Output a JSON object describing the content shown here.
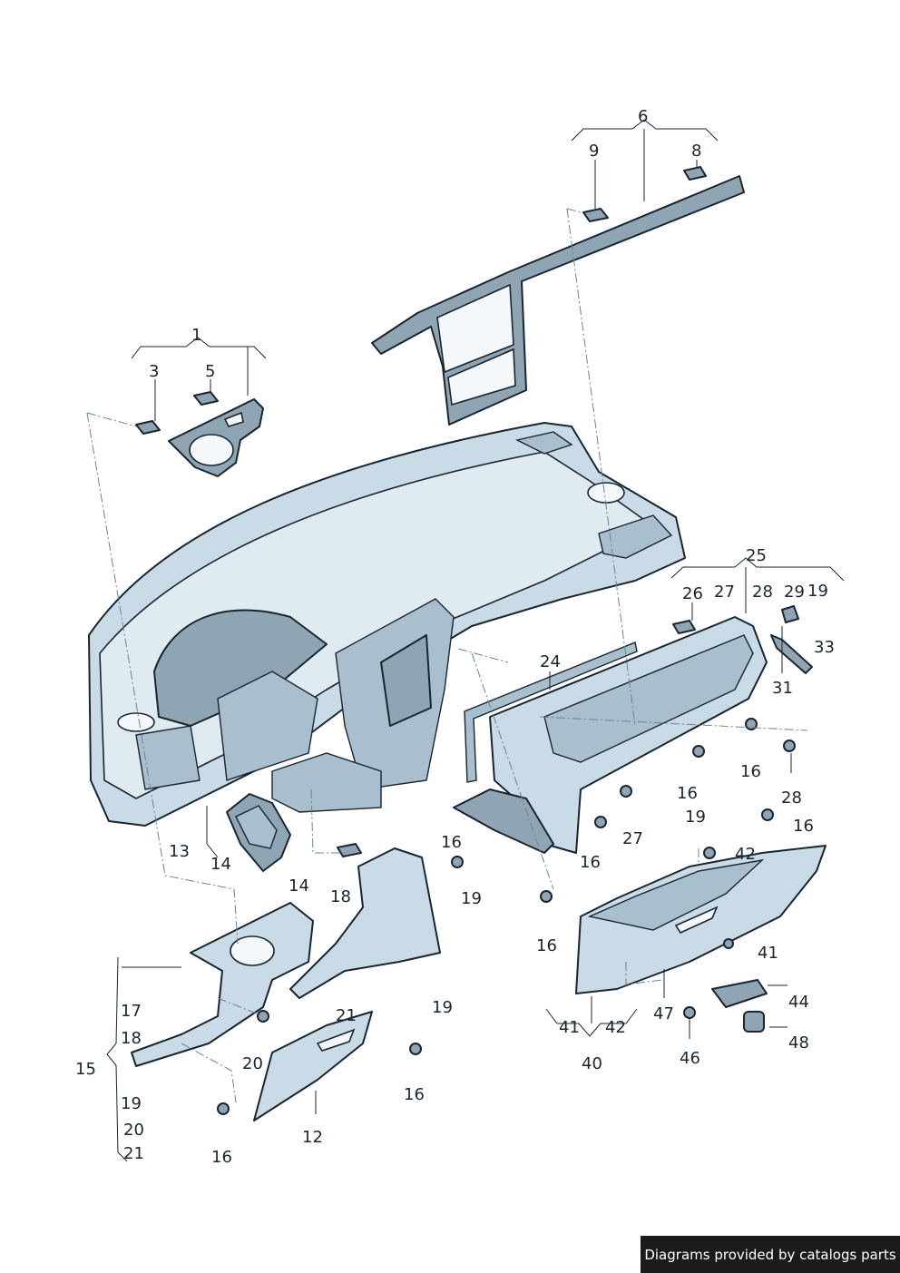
{
  "credit": "Diagrams provided by catalogs parts",
  "labels": {
    "l1": "1",
    "l3": "3",
    "l5": "5",
    "l6": "6",
    "l8": "8",
    "l9": "9",
    "l12": "12",
    "l13": "13",
    "l14a": "14",
    "l14b": "14",
    "l15": "15",
    "l16": "16",
    "l17": "17",
    "l18": "18",
    "l19": "19",
    "l20": "20",
    "l21": "21",
    "l24": "24",
    "l25": "25",
    "l26": "26",
    "l27": "27",
    "l28": "28",
    "l29": "29",
    "l31": "31",
    "l33": "33",
    "l40": "40",
    "l41": "41",
    "l42": "42",
    "l44": "44",
    "l46": "46",
    "l47": "47",
    "l48": "48"
  },
  "colors": {
    "part_fill": "#c9dbe6",
    "outline": "#1a2530",
    "credit_bg": "#1b1b1b"
  }
}
